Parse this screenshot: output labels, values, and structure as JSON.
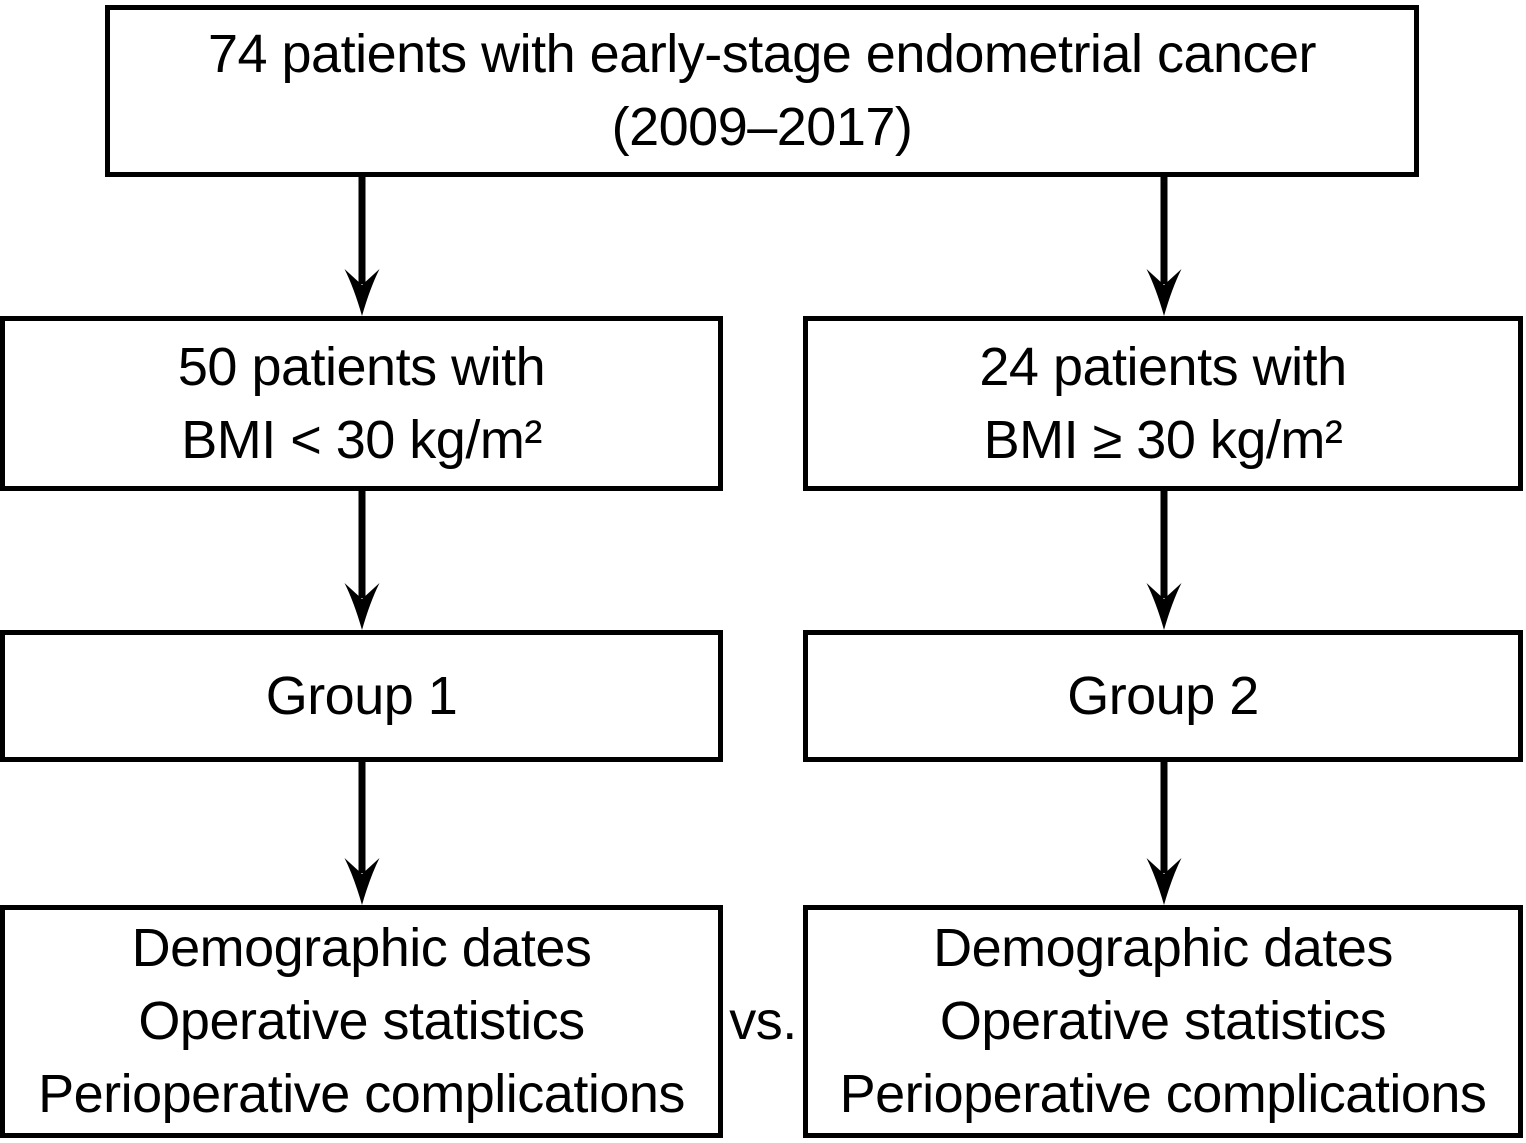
{
  "figure": {
    "vs_label": "vs.",
    "colors": {
      "line": "#000000",
      "background": "#ffffff",
      "text": "#000000"
    },
    "boxes": {
      "total": {
        "lines": [
          "74 patients with early-stage endometrial cancer",
          "(2009–2017)"
        ]
      },
      "bmi_under_30": {
        "lines": [
          "50 patients with",
          "BMI < 30 kg/m²"
        ]
      },
      "bmi_over_30": {
        "lines": [
          "24 patients with",
          "BMI ≥ 30 kg/m²"
        ]
      },
      "group_1": {
        "lines": [
          "Group 1"
        ]
      },
      "group_2": {
        "lines": [
          "Group 2"
        ]
      },
      "group_1_outcomes": {
        "lines": [
          "Demographic dates",
          "Operative statistics",
          "Perioperative complications"
        ]
      },
      "group_2_outcomes": {
        "lines": [
          "Demographic dates",
          "Operative statistics",
          "Perioperative complications"
        ]
      }
    }
  }
}
